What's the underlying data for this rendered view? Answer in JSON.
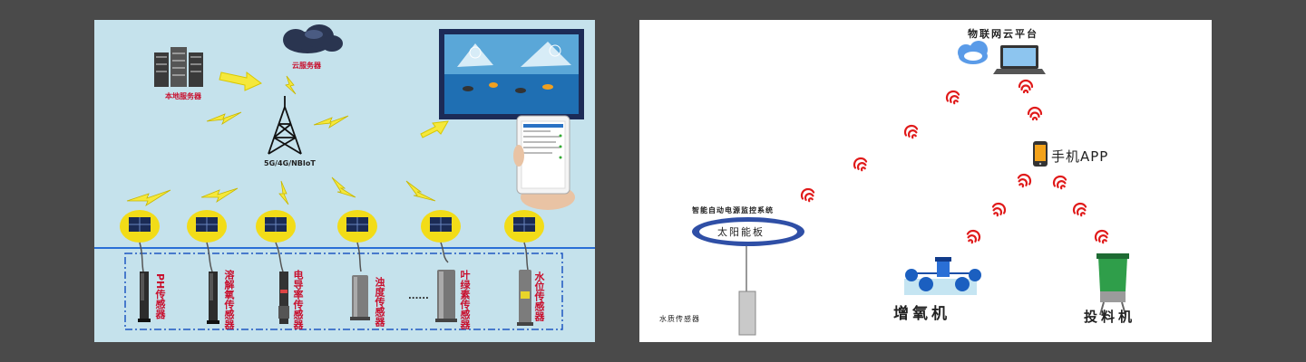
{
  "left_diagram": {
    "cloud_server_label": "云服务器",
    "local_server_label": "本地服务器",
    "tower_label": "5G/4G/NBIoT",
    "sensors": [
      {
        "label": "PH传感器"
      },
      {
        "label": "溶解氧传感器"
      },
      {
        "label": "电导率传感器"
      },
      {
        "label": "浊度传感器"
      },
      {
        "label": "叶绿素传感器"
      },
      {
        "label": "水位传感器"
      }
    ],
    "ellipsis": "......"
  },
  "right_diagram": {
    "cloud_platform_label": "物联网云平台",
    "phone_app_label": "手机APP",
    "solar_caption": "智能自动电源监控系统",
    "solar_label": "太阳能板",
    "sensor_caption": "水质传感器",
    "aerator_label": "增氧机",
    "feeder_label": "投料机"
  },
  "colors": {
    "left_bg": "#c5e2ec",
    "right_bg": "#ffffff",
    "label_red": "#c8102e",
    "water_line": "#2a6fd6",
    "signal_yellow": "#f5e83b",
    "buoy_yellow": "#f2dc18",
    "wifi_red": "#e01a1a",
    "solar_blue": "#2f4fa6"
  }
}
